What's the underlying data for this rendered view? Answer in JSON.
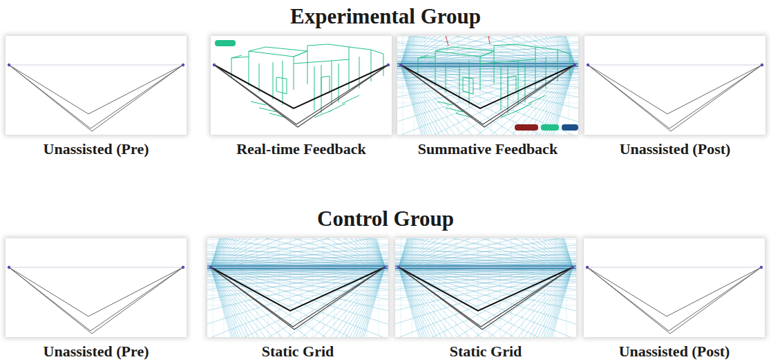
{
  "diagram": {
    "nodes": [
      {
        "text": [
          "Unassisted (Pre)"
        ]
      },
      {
        "text": [
          "Real-time Feedback"
        ]
      },
      {
        "text": [
          "Summative Feedback"
        ]
      },
      {
        "text": [
          "Unassisted (Post)"
        ]
      },
      {
        "text": [
          "Unassisted (Pre)"
        ]
      },
      {
        "text": [
          "Static Grid"
        ]
      },
      {
        "text": [
          "Static Grid"
        ]
      },
      {
        "text": [
          "Unassisted (Post)"
        ]
      }
    ],
    "labels": [
      "Experimental Group",
      "Control Group"
    ]
  }
}
